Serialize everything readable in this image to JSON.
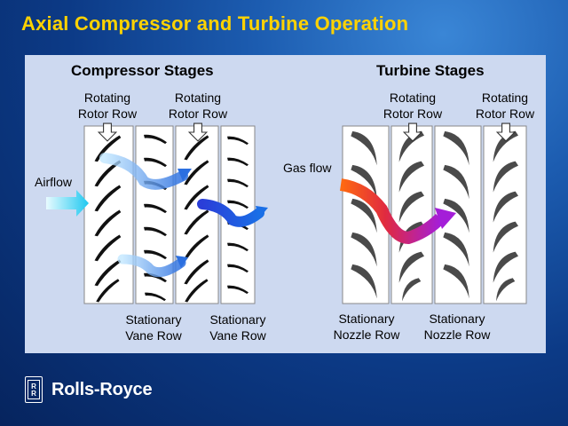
{
  "slide": {
    "title": "Axial Compressor and Turbine Operation"
  },
  "compressor": {
    "heading": "Compressor Stages",
    "rotor_labels": [
      {
        "line1": "Rotating",
        "line2": "Rotor Row"
      },
      {
        "line1": "Rotating",
        "line2": "Rotor Row"
      }
    ],
    "vane_labels": [
      {
        "line1": "Stationary",
        "line2": "Vane Row"
      },
      {
        "line1": "Stationary",
        "line2": "Vane Row"
      }
    ],
    "airflow_label": "Airflow"
  },
  "turbine": {
    "heading": "Turbine Stages",
    "rotor_labels": [
      {
        "line1": "Rotating",
        "line2": "Rotor Row"
      },
      {
        "line1": "Rotating",
        "line2": "Rotor Row"
      }
    ],
    "nozzle_labels": [
      {
        "line1": "Stationary",
        "line2": "Nozzle Row"
      },
      {
        "line1": "Stationary",
        "line2": "Nozzle Row"
      }
    ],
    "gasflow_label": "Gas flow"
  },
  "logo": {
    "text": "Rolls-Royce",
    "badge_letters": "RR"
  },
  "colors": {
    "title": "#ffd200",
    "panel": "#cdd9f0",
    "blade": "#111111",
    "turbine_blade": "#4a4a4a",
    "airflow_arrow": "#2fd0f0",
    "flow_light": "#9ec8f0",
    "flow_dark": "#1f3fd0",
    "gas_hot": "#ff5a10",
    "gas_mid": "#d0205a",
    "gas_cool": "#9b1ed8"
  }
}
